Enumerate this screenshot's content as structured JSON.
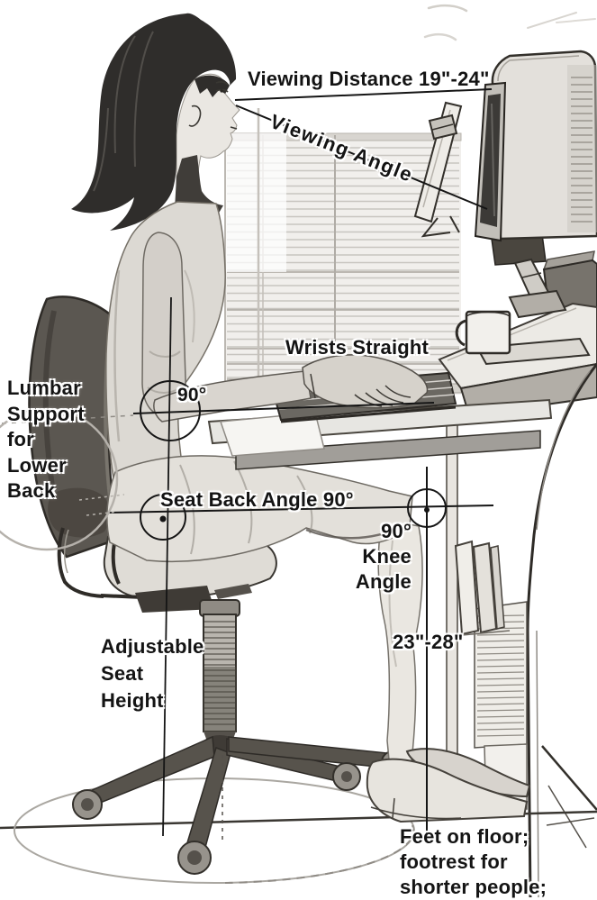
{
  "figure": {
    "type": "ergonomics-posture-diagram",
    "labels": {
      "viewing_distance": "Viewing Distance 19\"-24\"",
      "viewing_angle": "Viewing Angle",
      "wrists_straight": "Wrists Straight",
      "elbow_angle": "90°",
      "lumbar_support": "Lumbar\nSupport\nfor\nLower\nBack",
      "seat_back_angle": "Seat Back Angle 90°",
      "knee_angle": "90°\nKnee\nAngle",
      "adjustable_seat_height": "Adjustable\nSeat\nHeight",
      "lower_leg_height": "23\"-28\"",
      "feet_note": "Feet on floor;\nfootrest for\nshorter people;"
    },
    "colors": {
      "annotation": "#151515",
      "ink_dark": "#2e2b27",
      "ink_mid": "#8f8b85",
      "sketch_light": "#e3e0db",
      "paper": "#ffffff"
    }
  }
}
